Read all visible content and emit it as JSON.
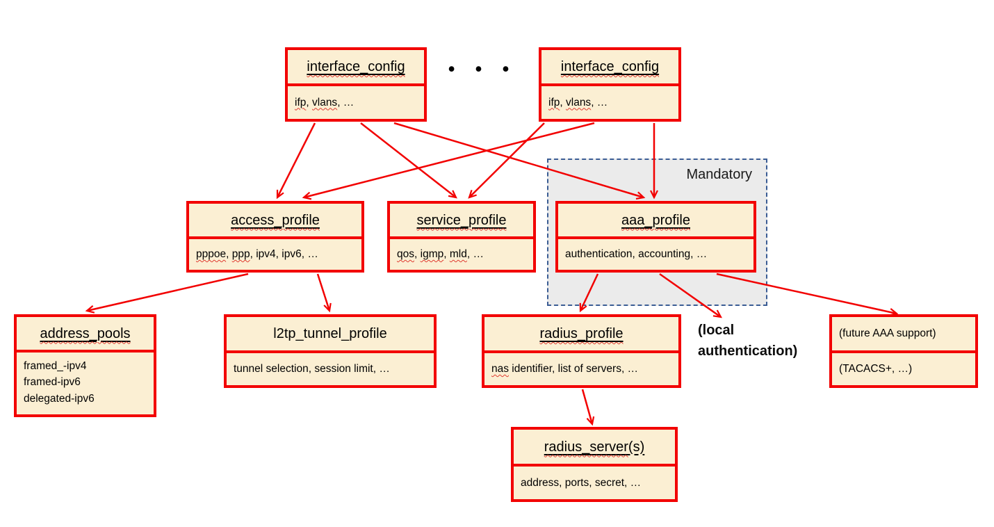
{
  "diagram": {
    "dots": "• • •",
    "mandatory_label": "Mandatory",
    "local_auth_label": "(local authentication)",
    "colors": {
      "box_fill": "#fbefd3",
      "box_border": "#f20000",
      "arrow": "#f20000",
      "mandatory_fill": "#ebebeb",
      "mandatory_border": "#3a5c94",
      "squiggle": "#e03a2f",
      "text": "#000000"
    },
    "nodes": {
      "interface_left": {
        "title": [
          {
            "t": "interface_config",
            "sq": true
          }
        ],
        "body": [
          {
            "t": "ifp",
            "sq": true
          },
          {
            "t": ", "
          },
          {
            "t": "vlans",
            "sq": true
          },
          {
            "t": ", …"
          }
        ]
      },
      "interface_right": {
        "title": [
          {
            "t": "interface_config",
            "sq": true
          }
        ],
        "body": [
          {
            "t": "ifp",
            "sq": true
          },
          {
            "t": ", "
          },
          {
            "t": "vlans",
            "sq": true
          },
          {
            "t": ", …"
          }
        ]
      },
      "access_profile": {
        "title": [
          {
            "t": "access_profile",
            "sq": true
          }
        ],
        "body": [
          {
            "t": "pppoe",
            "sq": true
          },
          {
            "t": ", "
          },
          {
            "t": "ppp",
            "sq": true
          },
          {
            "t": ", ipv4, ipv6, …"
          }
        ]
      },
      "service_profile": {
        "title": [
          {
            "t": "service_profile",
            "sq": true
          }
        ],
        "body": [
          {
            "t": "qos",
            "sq": true
          },
          {
            "t": ", "
          },
          {
            "t": "igmp",
            "sq": true
          },
          {
            "t": ", "
          },
          {
            "t": "mld",
            "sq": true
          },
          {
            "t": ", …"
          }
        ]
      },
      "aaa_profile": {
        "title": [
          {
            "t": "aaa_profile",
            "sq": true
          }
        ],
        "body": [
          {
            "t": "authentication, accounting, …"
          }
        ]
      },
      "address_pools": {
        "title": [
          {
            "t": "address_pools",
            "sq": true
          }
        ],
        "body_lines": [
          "framed_-ipv4",
          "framed-ipv6",
          "delegated-ipv6"
        ]
      },
      "l2tp_tunnel_profile": {
        "title": [
          {
            "t": "l2tp_tunnel_profile"
          }
        ],
        "body": [
          {
            "t": "tunnel selection, session limit, …"
          }
        ]
      },
      "radius_profile": {
        "title": [
          {
            "t": "radius_profile",
            "sq": true
          }
        ],
        "body": [
          {
            "t": "nas",
            "sq": true
          },
          {
            "t": " identifier, list of servers, …"
          }
        ]
      },
      "future_aaa": {
        "title": [
          {
            "t": "(future AAA support)"
          }
        ],
        "body": [
          {
            "t": "(TACACS+, …)"
          }
        ]
      },
      "radius_server": {
        "title": [
          {
            "t": "radius_server",
            "sq": true
          },
          {
            "t": "(s)"
          }
        ],
        "body": [
          {
            "t": "address, ports, secret, …"
          }
        ]
      }
    },
    "edges": [
      {
        "from": "interface_config (left)",
        "to": "access_profile"
      },
      {
        "from": "interface_config (left)",
        "to": "service_profile"
      },
      {
        "from": "interface_config (left)",
        "to": "aaa_profile"
      },
      {
        "from": "interface_config (right)",
        "to": "access_profile"
      },
      {
        "from": "interface_config (right)",
        "to": "service_profile"
      },
      {
        "from": "interface_config (right)",
        "to": "aaa_profile"
      },
      {
        "from": "access_profile",
        "to": "address_pools"
      },
      {
        "from": "access_profile",
        "to": "l2tp_tunnel_profile"
      },
      {
        "from": "aaa_profile",
        "to": "radius_profile"
      },
      {
        "from": "aaa_profile",
        "to": "(local authentication)"
      },
      {
        "from": "aaa_profile",
        "to": "(future AAA support)"
      },
      {
        "from": "radius_profile",
        "to": "radius_server(s)"
      }
    ]
  }
}
